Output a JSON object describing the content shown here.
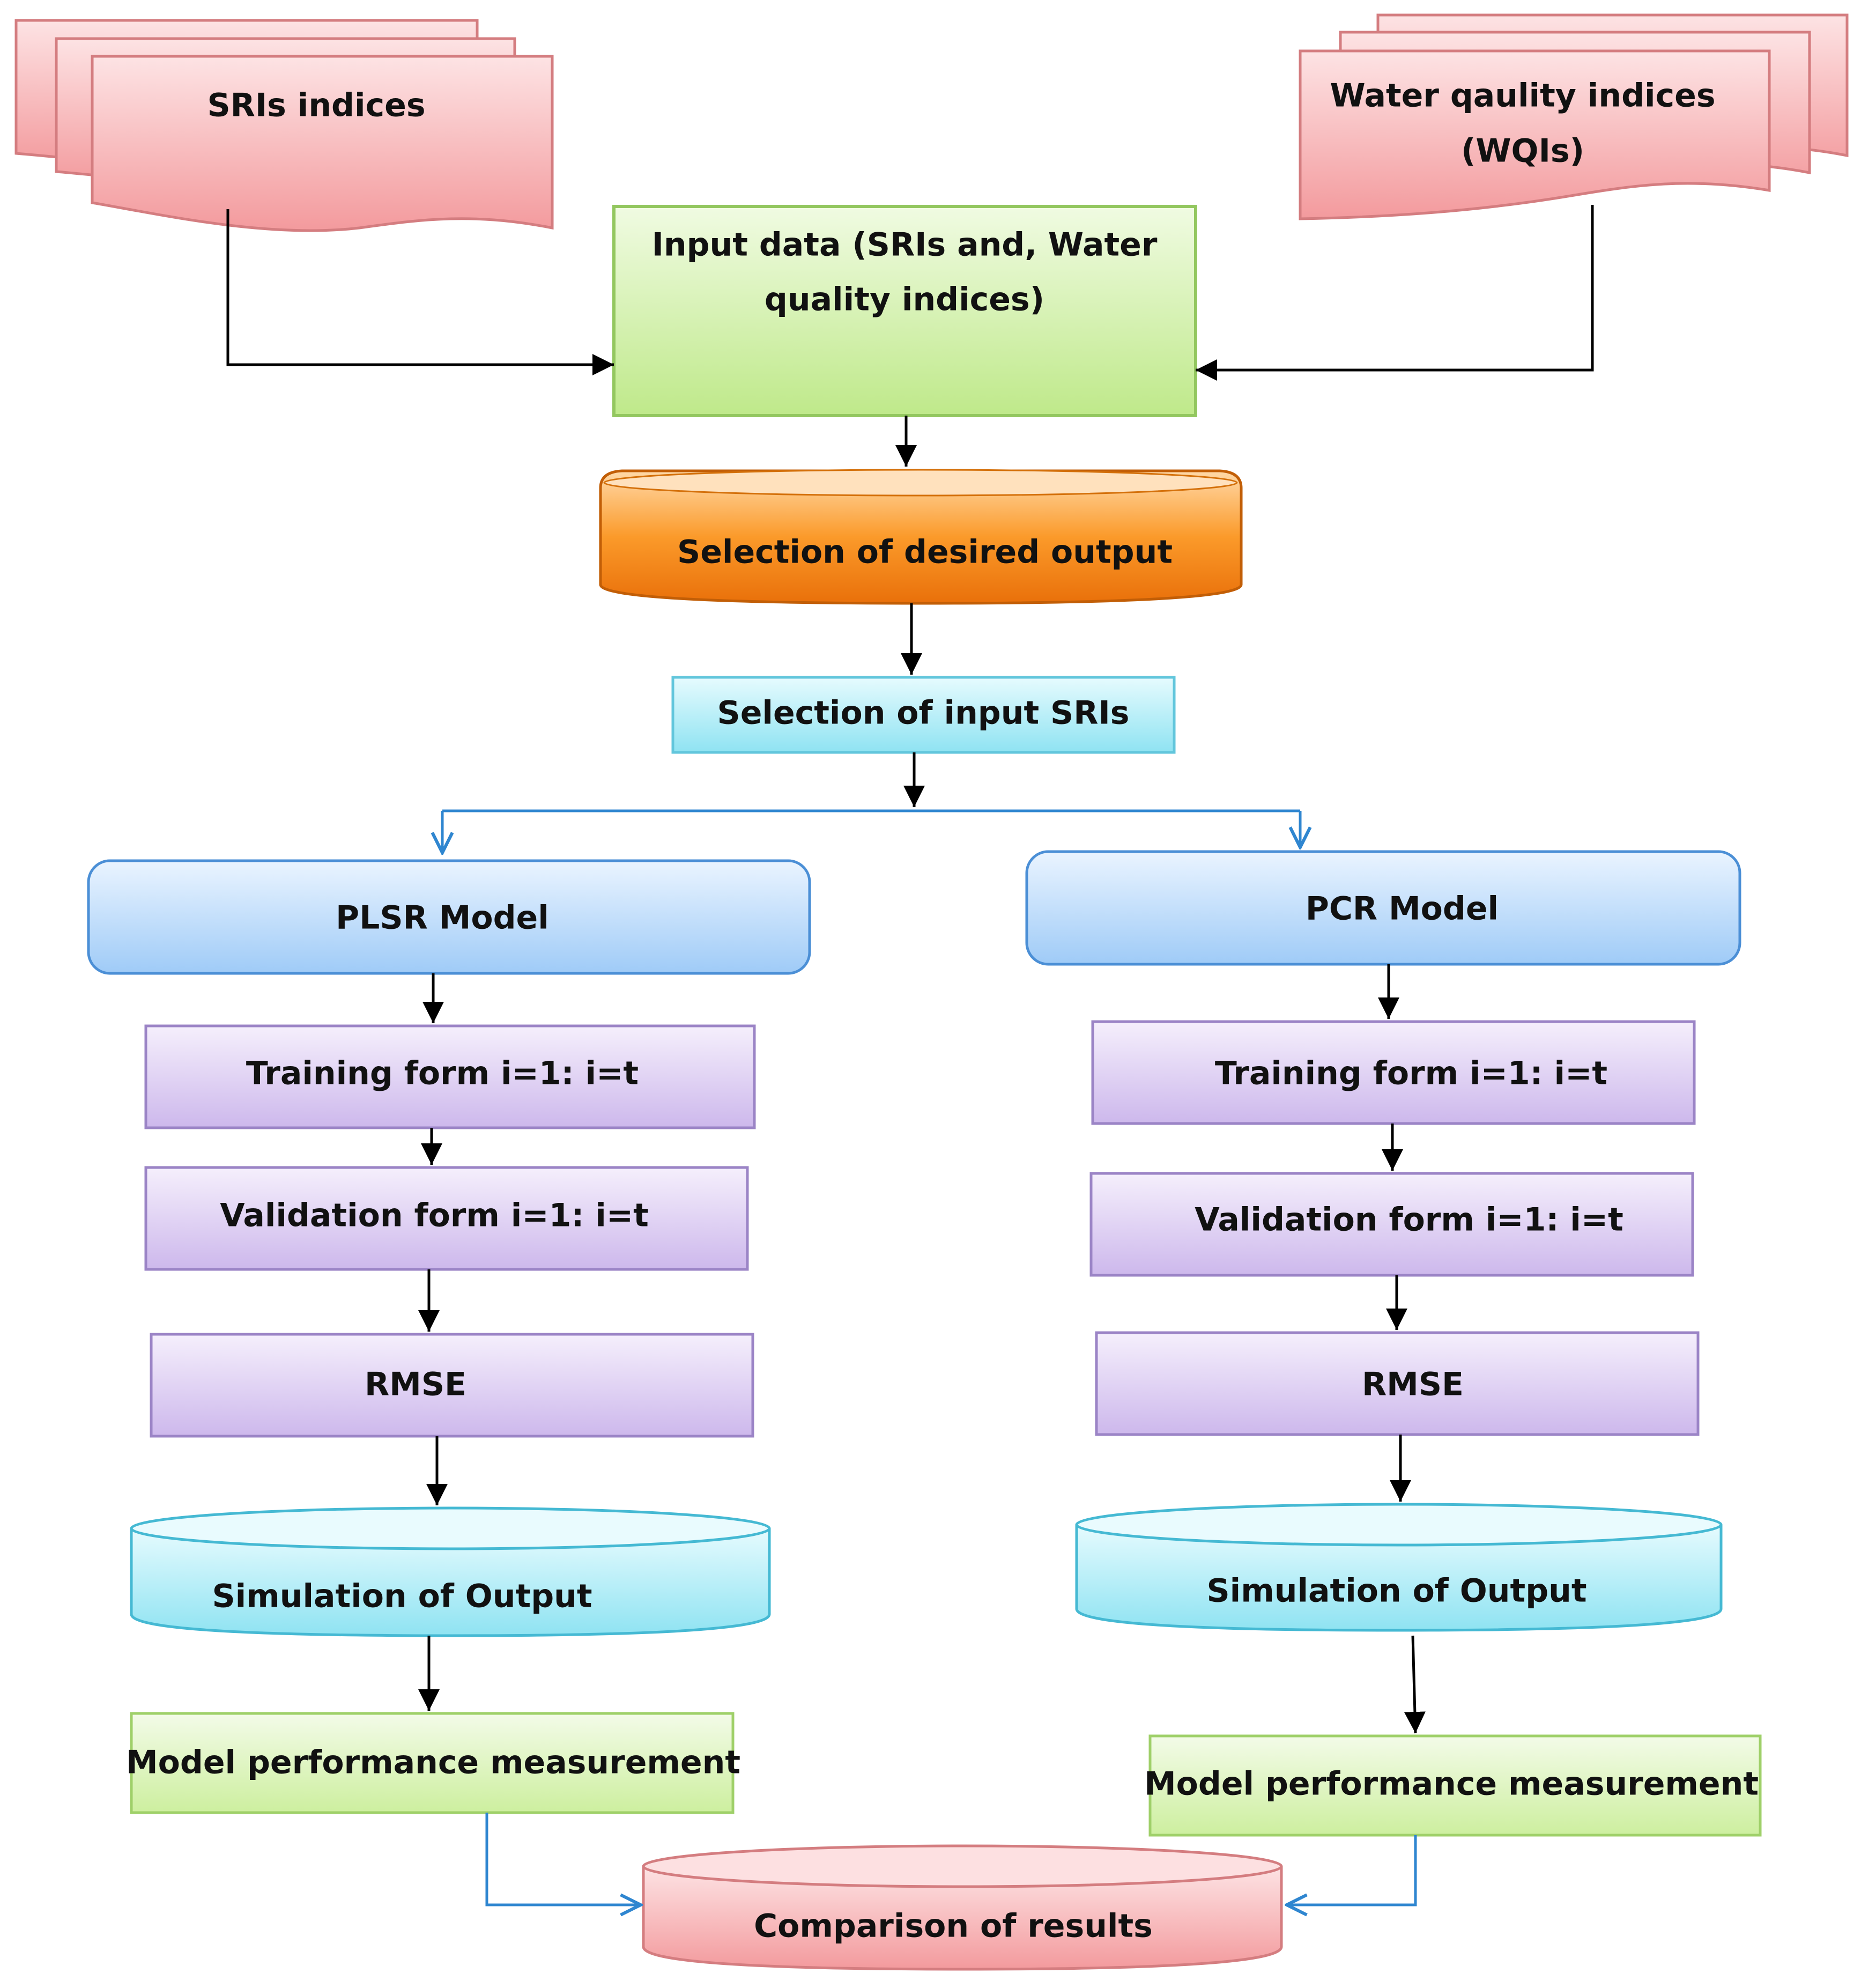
{
  "nodes": {
    "sris_indices": "SRIs indices",
    "wqi_line1": "Water qaulity indices",
    "wqi_line2": "(WQIs)",
    "input_line1": "Input data (SRIs and, Water",
    "input_line2": "quality indices)",
    "desired_output": "Selection of desired output",
    "input_sris": "Selection of input SRIs",
    "plsr_model": "PLSR Model",
    "pcr_model": "PCR Model",
    "plsr_training": "Training form i=1: i=t",
    "pcr_training": "Training form i=1: i=t",
    "plsr_validation": "Validation form i=1: i=t",
    "pcr_validation": "Validation form i=1: i=t",
    "plsr_rmse": "RMSE",
    "pcr_rmse": "RMSE",
    "plsr_simulation": "Simulation of Output",
    "pcr_simulation": "Simulation of Output",
    "plsr_performance": "Model performance measurement",
    "pcr_performance": "Model performance measurement",
    "comparison": "Comparison  of results"
  },
  "colors": {
    "document": "#f8b2b4",
    "input_data": "#d2f0a8",
    "desired_output": "#f5820f",
    "input_sris": "#a9ecf4",
    "model": "#b7d9fb",
    "step": "#dccdf1",
    "simulation": "#8fe5f3",
    "performance": "#ddf5bd",
    "comparison": "#f59a9d",
    "arrow": "#000000",
    "branch_arrow": "#2f86d0"
  }
}
